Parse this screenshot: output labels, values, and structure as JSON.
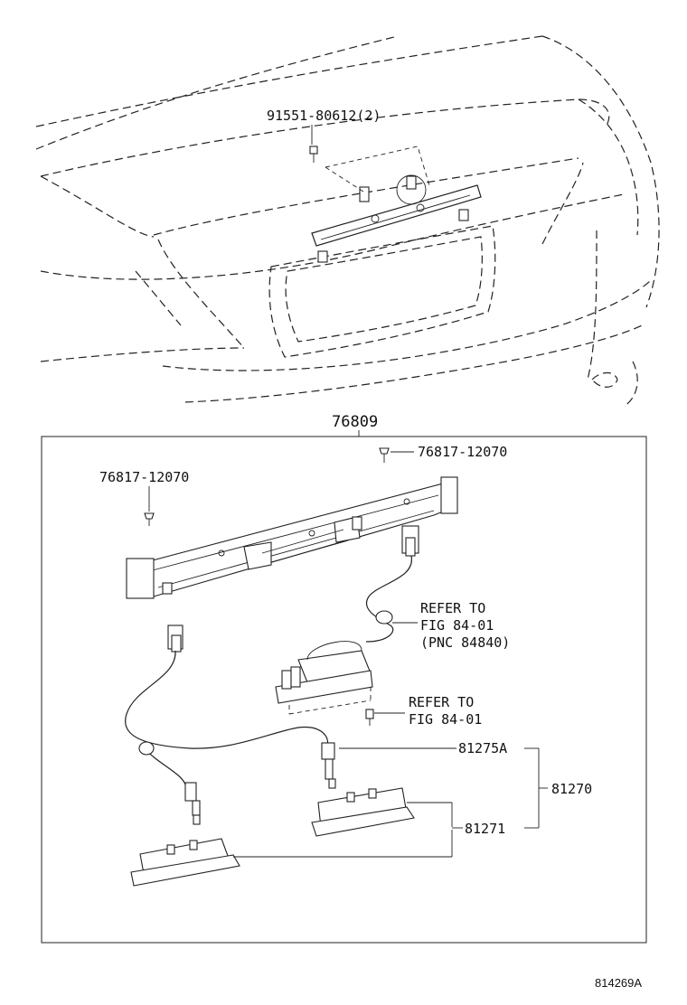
{
  "labels": {
    "clip_top": "91551-80612(2)",
    "assembly": "76809",
    "clip_right": "76817-12070",
    "clip_left": "76817-12070",
    "refer_upper_1": "REFER TO",
    "refer_upper_2": "FIG 84-01",
    "refer_upper_3": "(PNC 84840)",
    "refer_lower_1": "REFER TO",
    "refer_lower_2": "FIG 84-01",
    "socket": "81275A",
    "lamp_assy": "81270",
    "lens": "81271",
    "figure_id": "814269A"
  }
}
